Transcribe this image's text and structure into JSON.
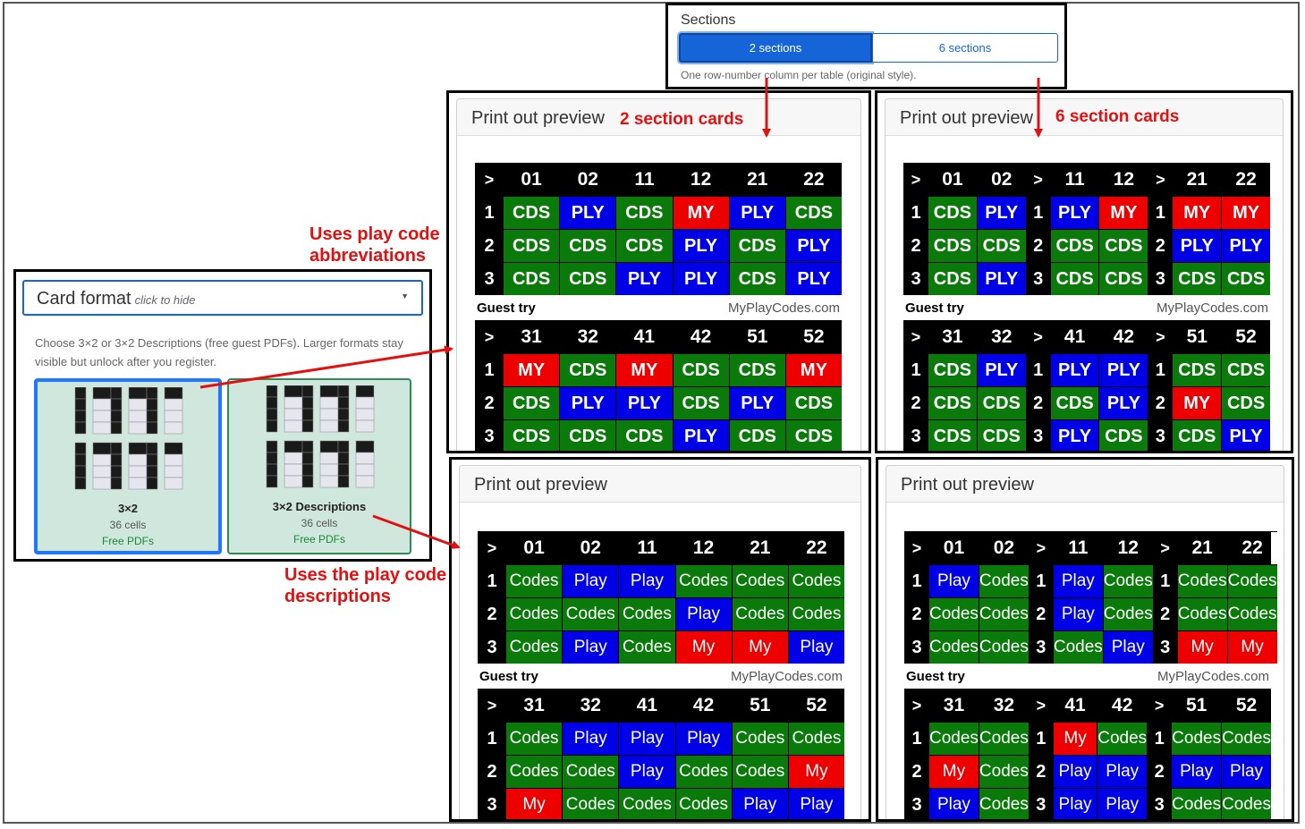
{
  "sections": {
    "label": "Sections",
    "option_a": "2 sections",
    "option_b": "6 sections",
    "help": "One row-number column per table (original style)."
  },
  "annotations": {
    "two_section": "2 section cards",
    "six_section": "6 section cards",
    "abbrev_line1": "Uses play code",
    "abbrev_line2": "abbreviations",
    "desc_line1": "Uses the play code",
    "desc_line2": "descriptions"
  },
  "card_format": {
    "title": "Card format",
    "hint": "click to hide",
    "description": "Choose 3×2 or 3×2 Descriptions (free guest PDFs). Larger formats stay visible but unlock after you register.",
    "options": [
      {
        "name": "3×2",
        "cells": "36 cells",
        "price": "Free PDFs"
      },
      {
        "name": "3×2 Descriptions",
        "cells": "36 cells",
        "price": "Free PDFs"
      }
    ]
  },
  "preview_title": "Print out preview",
  "footer": {
    "left": "Guest try",
    "right": "MyPlayCodes.com"
  },
  "colors": {
    "green": "#0a7a0a",
    "blue": "#0000e6",
    "red": "#ee0000"
  },
  "legend_codes": {
    "CDS": "G",
    "PLY": "B",
    "MY": "R",
    "Codes": "G",
    "Play": "B",
    "My": "R"
  },
  "panels": [
    {
      "layout": "2",
      "tables": [
        {
          "header": [
            ">",
            "01",
            "02",
            "11",
            "12",
            "21",
            "22"
          ],
          "rows": [
            [
              "1",
              "CDS",
              "PLY",
              "CDS",
              "MY",
              "PLY",
              "CDS"
            ],
            [
              "2",
              "CDS",
              "CDS",
              "CDS",
              "PLY",
              "CDS",
              "PLY"
            ],
            [
              "3",
              "CDS",
              "CDS",
              "PLY",
              "PLY",
              "CDS",
              "PLY"
            ]
          ]
        },
        {
          "header": [
            ">",
            "31",
            "32",
            "41",
            "42",
            "51",
            "52"
          ],
          "rows": [
            [
              "1",
              "MY",
              "CDS",
              "MY",
              "CDS",
              "CDS",
              "MY"
            ],
            [
              "2",
              "CDS",
              "PLY",
              "PLY",
              "CDS",
              "PLY",
              "CDS"
            ],
            [
              "3",
              "CDS",
              "CDS",
              "CDS",
              "PLY",
              "CDS",
              "CDS"
            ]
          ]
        }
      ]
    },
    {
      "layout": "6",
      "tables": [
        {
          "header": [
            ">",
            "01",
            "02",
            ">",
            "11",
            "12",
            ">",
            "21",
            "22"
          ],
          "rows": [
            [
              "1",
              "CDS",
              "PLY",
              "1",
              "PLY",
              "MY",
              "1",
              "MY",
              "MY"
            ],
            [
              "2",
              "CDS",
              "CDS",
              "2",
              "CDS",
              "CDS",
              "2",
              "PLY",
              "PLY"
            ],
            [
              "3",
              "CDS",
              "PLY",
              "3",
              "CDS",
              "CDS",
              "3",
              "CDS",
              "CDS"
            ]
          ]
        },
        {
          "header": [
            ">",
            "31",
            "32",
            ">",
            "41",
            "42",
            ">",
            "51",
            "52"
          ],
          "rows": [
            [
              "1",
              "CDS",
              "PLY",
              "1",
              "PLY",
              "PLY",
              "1",
              "CDS",
              "CDS"
            ],
            [
              "2",
              "CDS",
              "CDS",
              "2",
              "CDS",
              "PLY",
              "2",
              "MY",
              "CDS"
            ],
            [
              "3",
              "CDS",
              "CDS",
              "3",
              "PLY",
              "CDS",
              "3",
              "CDS",
              "PLY"
            ]
          ]
        }
      ]
    },
    {
      "layout": "2",
      "tables": [
        {
          "header": [
            ">",
            "01",
            "02",
            "11",
            "12",
            "21",
            "22"
          ],
          "rows": [
            [
              "1",
              "Codes",
              "Play",
              "Play",
              "Codes",
              "Codes",
              "Codes"
            ],
            [
              "2",
              "Codes",
              "Codes",
              "Codes",
              "Play",
              "Codes",
              "Codes"
            ],
            [
              "3",
              "Codes",
              "Play",
              "Codes",
              "My",
              "My",
              "Play"
            ]
          ]
        },
        {
          "header": [
            ">",
            "31",
            "32",
            "41",
            "42",
            "51",
            "52"
          ],
          "rows": [
            [
              "1",
              "Codes",
              "Play",
              "Play",
              "Play",
              "Codes",
              "Codes"
            ],
            [
              "2",
              "Codes",
              "Codes",
              "Play",
              "Codes",
              "Codes",
              "My"
            ],
            [
              "3",
              "My",
              "Codes",
              "Codes",
              "Codes",
              "Play",
              "Play"
            ]
          ]
        }
      ]
    },
    {
      "layout": "6",
      "tables": [
        {
          "header": [
            ">",
            "01",
            "02",
            ">",
            "11",
            "12",
            ">",
            "21",
            "22"
          ],
          "rows": [
            [
              "1",
              "Play",
              "Codes",
              "1",
              "Play",
              "Codes",
              "1",
              "Codes",
              "Codes"
            ],
            [
              "2",
              "Codes",
              "Codes",
              "2",
              "Play",
              "Codes",
              "2",
              "Codes",
              "Codes"
            ],
            [
              "3",
              "Codes",
              "Codes",
              "3",
              "Codes",
              "Play",
              "3",
              "My",
              "My"
            ]
          ]
        },
        {
          "header": [
            ">",
            "31",
            "32",
            ">",
            "41",
            "42",
            ">",
            "51",
            "52"
          ],
          "rows": [
            [
              "1",
              "Codes",
              "Codes",
              "1",
              "My",
              "Codes",
              "1",
              "Codes",
              "Codes"
            ],
            [
              "2",
              "My",
              "Codes",
              "2",
              "Play",
              "Play",
              "2",
              "Play",
              "Play"
            ],
            [
              "3",
              "Play",
              "Codes",
              "3",
              "Play",
              "Play",
              "3",
              "Codes",
              "Codes"
            ]
          ]
        }
      ]
    }
  ]
}
